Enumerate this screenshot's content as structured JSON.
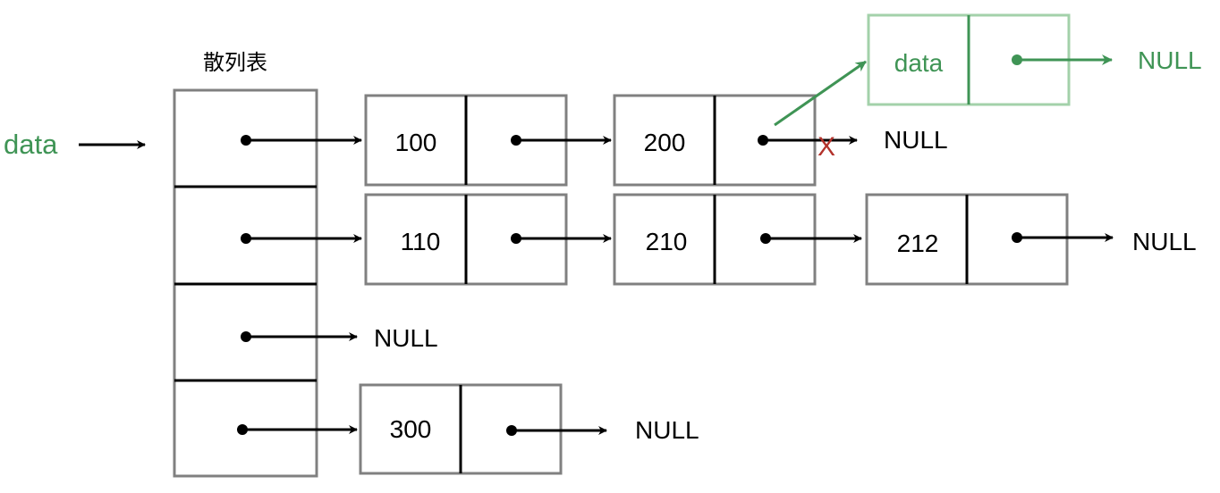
{
  "table_title": "散列表",
  "input_label": "data",
  "new_node": {
    "value": "data",
    "tail": "NULL"
  },
  "chains": [
    {
      "nodes": [
        "100",
        "200"
      ],
      "tail": "NULL"
    },
    {
      "nodes": [
        "110",
        "210",
        "212"
      ],
      "tail": "NULL"
    },
    {
      "nodes": [],
      "tail": "NULL"
    },
    {
      "nodes": [
        "300"
      ],
      "tail": "NULL"
    }
  ],
  "removed_link_mark": "X",
  "colors": {
    "line": "#000000",
    "box_border": "#808080",
    "highlight": "#3f9455",
    "highlight_border": "#a3d1aa",
    "cross": "#b3322b"
  }
}
